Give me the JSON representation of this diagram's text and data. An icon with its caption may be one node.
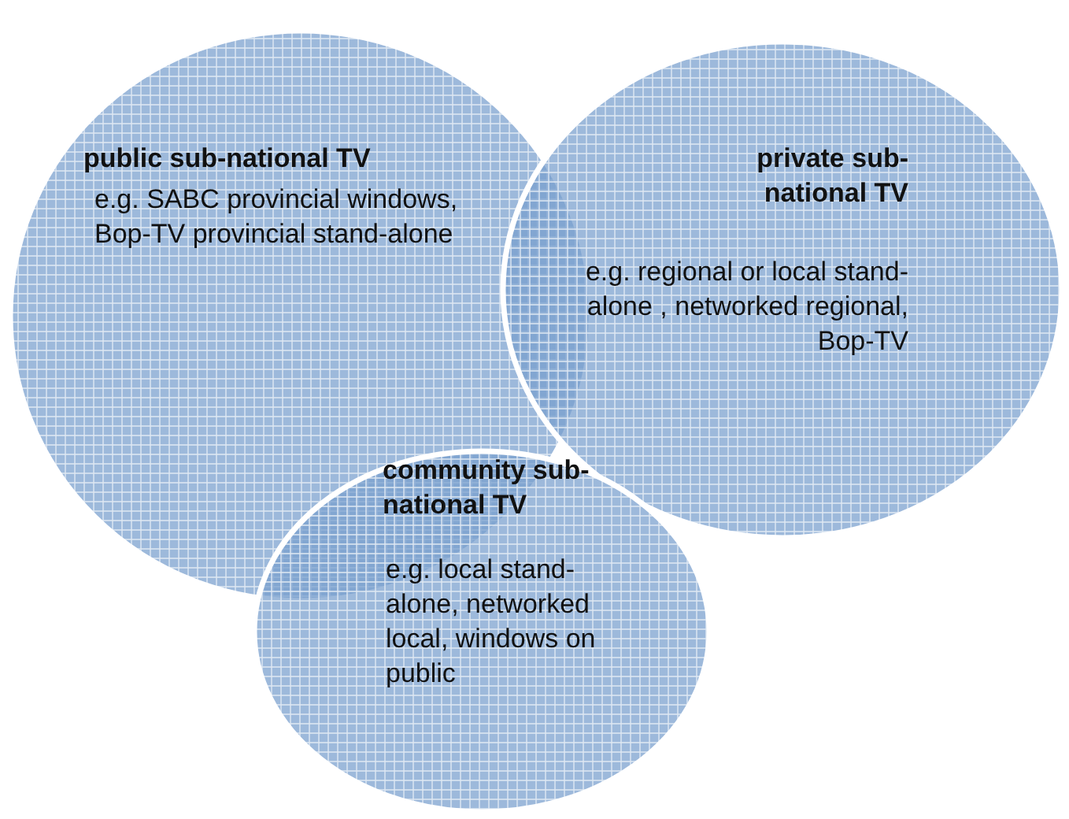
{
  "diagram": {
    "nodes": [
      {
        "text": [
          "public sub-national TV",
          "e.g. SABC provincial windows, Bop-TV provincial stand-alone"
        ]
      },
      {
        "text": [
          "private sub-national TV",
          "e.g. regional  or local stand-alone , networked regional, Bop-TV"
        ]
      },
      {
        "text": [
          "community sub-national TV",
          "e.g. local stand-alone, networked local, windows on public"
        ]
      }
    ]
  }
}
